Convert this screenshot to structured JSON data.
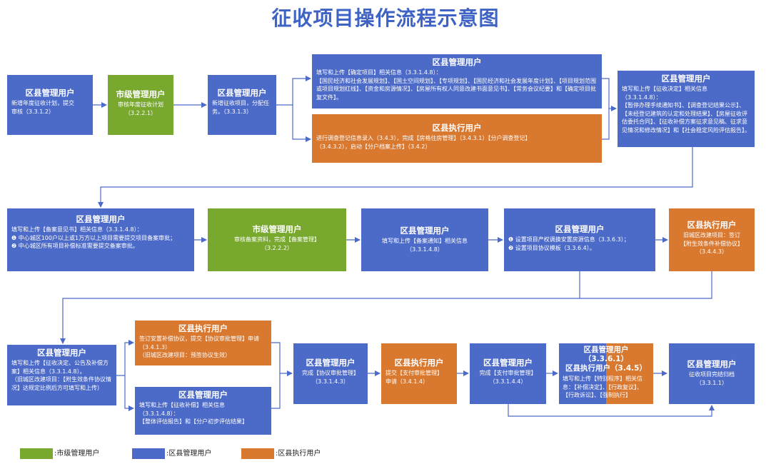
{
  "title": "征收项目操作流程示意图",
  "colors": {
    "city": "#79a82f",
    "county": "#4c6ac8",
    "exec": "#d9782f"
  },
  "boxes": {
    "b1": {
      "head": "区县管理用户",
      "text": "新增年度征收计划，提交\n审核（3.3.1.2）"
    },
    "b2": {
      "head": "市级管理用户",
      "text": "审核年度征收计划\n（3.2.2.1）"
    },
    "b3": {
      "head": "区县管理用户",
      "text": "新增征收项目，分配任\n务。（3.3.1.3）"
    },
    "b4": {
      "head": "区县管理用户",
      "text": "填写和上传【确定项目】相关信息（3.3.1.4.8）：\n【国民经济和社会发展规划】、【国土空间规划】、【专项规划】、【国民经济和社会发展年度计划】、【项目规划范围或项目规划红线】、【资金和房源情况】、【房屋所有权人同意改建书面意见书】、【常务会议纪要】和【确定项目批复文件】。"
    },
    "b5": {
      "head": "区县执行用户",
      "text": "进行调查登记信息录入（3.4.3），完成【房格住房管理】（3.4.3.1）【分户调查登记】\n（3.4.3.2），启动【分户档案上传】（3.4.2）"
    },
    "b6": {
      "head": "区县管理用户",
      "text": "填写和上传【征收决定】相关信息\n（3.3.1.4.8）：\n【暂停办理手续通知书】、【调查登记结果公示】、【未经登记建筑的认定和处理结果】、【房屋征收评估委托合同】、【征收补偿方案征求意见稿、征求意见情况和修改情况】和【社会稳定风险评估报告】。"
    },
    "b7": {
      "head": "区县管理用户",
      "text": "填写和上传【备案意见书】相关信息（3.3.1.4.8）：\n❶ 中心城区100户以上或1万方以上项目需要提交项目备案审批；\n❷ 中心城区所有项目补偿标准需要提交备案审批。"
    },
    "b8": {
      "head": "市级管理用户",
      "text": "审核备案资料，完成【备案管理】\n（3.2.2.2）"
    },
    "b9": {
      "head": "区县管理用户",
      "text": "填写和上传【备案通知】相关信息\n（3.3.1.4.8）"
    },
    "b10": {
      "head": "区县管理用户",
      "text": "❶ 设置项目产权调换安置房源信息（3.3.6.3）；\n❷ 设置项目协议模板（3.3.6.4）。"
    },
    "b11": {
      "head": "区县执行用户",
      "text": "旧城区改建项目：签订\n【附生效条件补偿协议】\n（3.4.4.3）"
    },
    "b12": {
      "head": "区县管理用户",
      "text": "填写和上传【征收决定、公告及补偿方案】相关信息（3.3.1.4.8）。\n（旧城区改建项目：【附生效条件协议情况】达规定比例后方可填写和上传）"
    },
    "b13": {
      "head": "区县执行用户",
      "text": "签订安置补偿协议，提交【协议审批管理】申请（3.4.1.3）\n（旧城区改建项目：预签协议生效）"
    },
    "b14": {
      "head": "区县管理用户",
      "text": "填写和上传【征收补偿】相关信息\n（3.3.1.4.8）：\n【整体评估报告】和【分户初步评估结果】"
    },
    "b15": {
      "head": "区县管理用户",
      "text": "完成【协议审批管理】\n（3.3.1.4.3）"
    },
    "b16": {
      "head": "区县执行用户",
      "text": "提交【支付审批管理】\n申请（3.4.1.4）"
    },
    "b17": {
      "head": "区县管理用户",
      "text": "完成【支付审批管理】\n（3.3.1.4.4）"
    },
    "b18": {
      "head": "区县管理用户（3.3.6.1）\n区县执行用户（3.4.5）",
      "text": "填写和上传【特别程序】相关信息：【补偿决定】、【行政复议】、【行政诉讼】、【强制执行】"
    },
    "b19": {
      "head": "区县管理用户",
      "text": "征收项目完结归档\n（3.3.1.1）"
    }
  },
  "legend": [
    {
      "color_key": "city",
      "label": ":市级管理用户"
    },
    {
      "color_key": "county",
      "label": ":区县管理用户"
    },
    {
      "color_key": "exec",
      "label": ":区县执行用户"
    }
  ]
}
